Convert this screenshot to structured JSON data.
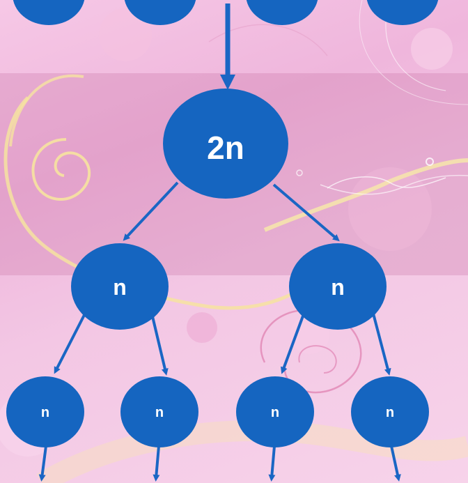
{
  "colors": {
    "node_fill": "#1565c0",
    "edge": "#1a66c4",
    "node_text": "#ffffff"
  },
  "nodes": {
    "root": {
      "label": "2n"
    },
    "left_child": {
      "label": "n"
    },
    "right_child": {
      "label": "n"
    },
    "leaf_1": {
      "label": "n"
    },
    "leaf_2": {
      "label": "n"
    },
    "leaf_3": {
      "label": "n"
    },
    "leaf_4": {
      "label": "n"
    }
  }
}
